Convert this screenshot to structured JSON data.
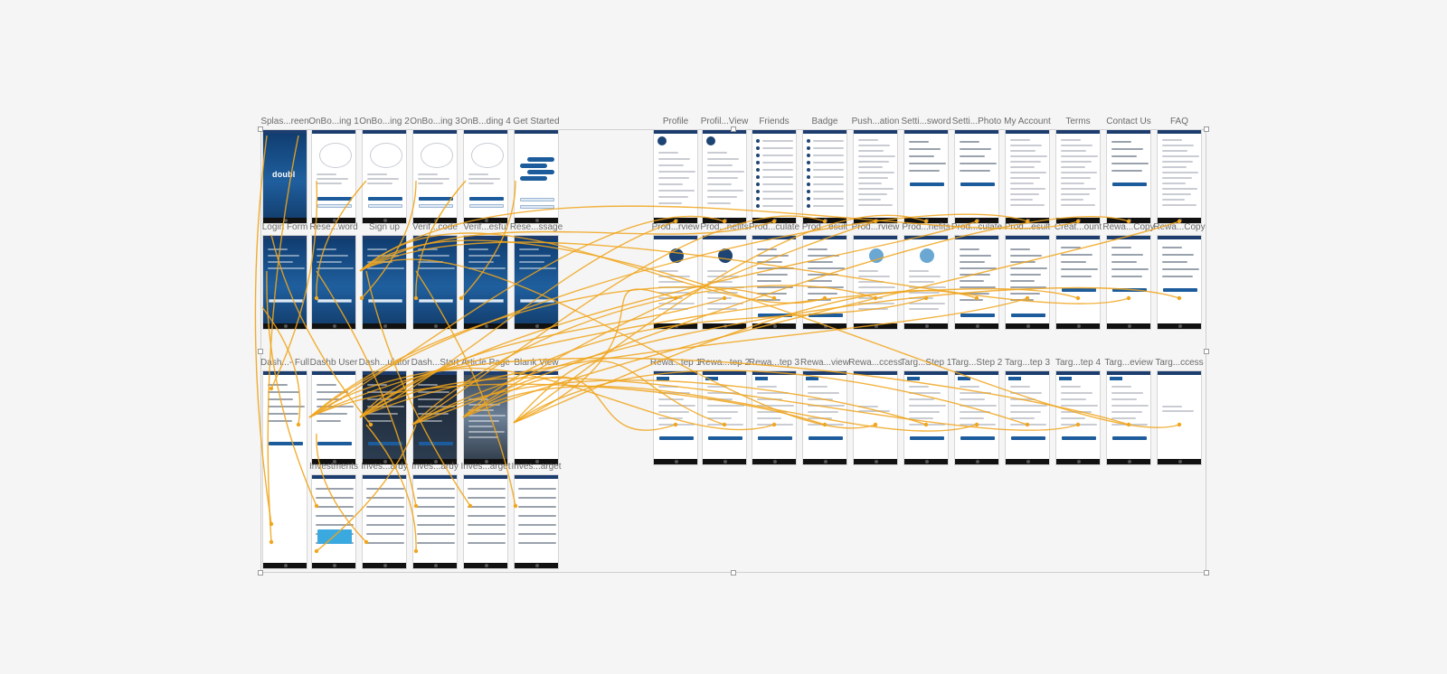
{
  "screens": [
    {
      "label": "Splas...reen",
      "theme": "blue",
      "content": "logo",
      "logo_text": "doubl"
    },
    {
      "label": "OnBo...ing 1",
      "theme": "light",
      "content": "onboard"
    },
    {
      "label": "OnBo...ing 2",
      "theme": "light",
      "content": "onboard"
    },
    {
      "label": "OnBo...ing 3",
      "theme": "light",
      "content": "onboard"
    },
    {
      "label": "OnB...ding 4",
      "theme": "light",
      "content": "onboard"
    },
    {
      "label": "Get Started",
      "theme": "light",
      "content": "chat"
    },
    {
      "label": "Login Form",
      "theme": "blue",
      "content": "form"
    },
    {
      "label": "Rese...word",
      "theme": "blue",
      "content": "form"
    },
    {
      "label": "Sign up",
      "theme": "blue",
      "content": "form"
    },
    {
      "label": "Verif...code",
      "theme": "blue",
      "content": "form"
    },
    {
      "label": "Verif...esful",
      "theme": "blue",
      "content": "form"
    },
    {
      "label": "Rese...ssage",
      "theme": "blue",
      "content": "form"
    },
    {
      "label": "Dash...- Full",
      "theme": "light",
      "content": "dash"
    },
    {
      "label": "Dashb User",
      "theme": "light",
      "content": "dash"
    },
    {
      "label": "Dash...ulator",
      "theme": "dark",
      "content": "dash"
    },
    {
      "label": "Dash...Start",
      "theme": "dark",
      "content": "dash"
    },
    {
      "label": "Article Page",
      "theme": "photo",
      "content": "article"
    },
    {
      "label": "Blank View",
      "theme": "light",
      "content": "blank"
    },
    {
      "label": "Investments",
      "theme": "light",
      "content": "invest"
    },
    {
      "label": "Inves...ardy",
      "theme": "light",
      "content": "table"
    },
    {
      "label": "Inves...ardy",
      "theme": "light",
      "content": "table"
    },
    {
      "label": "Inves...arget",
      "theme": "light",
      "content": "table"
    },
    {
      "label": "Inves...arget",
      "theme": "light",
      "content": "table"
    },
    {
      "label": "Profile",
      "theme": "light",
      "content": "profile"
    },
    {
      "label": "Profil...View",
      "theme": "light",
      "content": "profile"
    },
    {
      "label": "Friends",
      "theme": "light",
      "content": "list"
    },
    {
      "label": "Badge",
      "theme": "light",
      "content": "list"
    },
    {
      "label": "Push...ation",
      "theme": "light",
      "content": "text"
    },
    {
      "label": "Setti...sword",
      "theme": "light",
      "content": "form-light"
    },
    {
      "label": "Setti...Photo",
      "theme": "light",
      "content": "form-light"
    },
    {
      "label": "My Account",
      "theme": "light",
      "content": "text"
    },
    {
      "label": "Terms",
      "theme": "light",
      "content": "text"
    },
    {
      "label": "Contact Us",
      "theme": "light",
      "content": "form-light"
    },
    {
      "label": "FAQ",
      "theme": "light",
      "content": "text"
    },
    {
      "label": "Prod...rview",
      "theme": "light",
      "content": "product"
    },
    {
      "label": "Prod...nefits",
      "theme": "light",
      "content": "product"
    },
    {
      "label": "Prod...culate",
      "theme": "light",
      "content": "calc"
    },
    {
      "label": "Prod...esult",
      "theme": "light",
      "content": "calc"
    },
    {
      "label": "Prod...rview",
      "theme": "light",
      "content": "product-photo"
    },
    {
      "label": "Prod...nefits",
      "theme": "light",
      "content": "product-photo"
    },
    {
      "label": "Prod...culate",
      "theme": "light",
      "content": "calc"
    },
    {
      "label": "Prod...esult",
      "theme": "light",
      "content": "calc"
    },
    {
      "label": "Creat...ount",
      "theme": "light",
      "content": "form-light"
    },
    {
      "label": "Rewa...Copy",
      "theme": "light",
      "content": "form-light"
    },
    {
      "label": "Rewa...Copy",
      "theme": "light",
      "content": "form-light"
    },
    {
      "label": "Rewa...tep 1",
      "theme": "light",
      "content": "steps"
    },
    {
      "label": "Rewa...tep 2",
      "theme": "light",
      "content": "steps"
    },
    {
      "label": "Rewa...tep 3",
      "theme": "light",
      "content": "steps"
    },
    {
      "label": "Rewa...view",
      "theme": "light",
      "content": "steps"
    },
    {
      "label": "Rewa...ccess",
      "theme": "light",
      "content": "success"
    },
    {
      "label": "Targ...Step 1",
      "theme": "light",
      "content": "steps"
    },
    {
      "label": "Targ...Step 2",
      "theme": "light",
      "content": "steps"
    },
    {
      "label": "Targ...tep 3",
      "theme": "light",
      "content": "steps"
    },
    {
      "label": "Targ...tep 4",
      "theme": "light",
      "content": "steps"
    },
    {
      "label": "Targ...eview",
      "theme": "light",
      "content": "steps"
    },
    {
      "label": "Targ...ccess",
      "theme": "light",
      "content": "success"
    }
  ],
  "colors": {
    "background": "#f5f5f5",
    "flow_line": "#f0a51c",
    "brand_blue": "#1d5c9c",
    "statusbar": "#1c3d6e"
  }
}
